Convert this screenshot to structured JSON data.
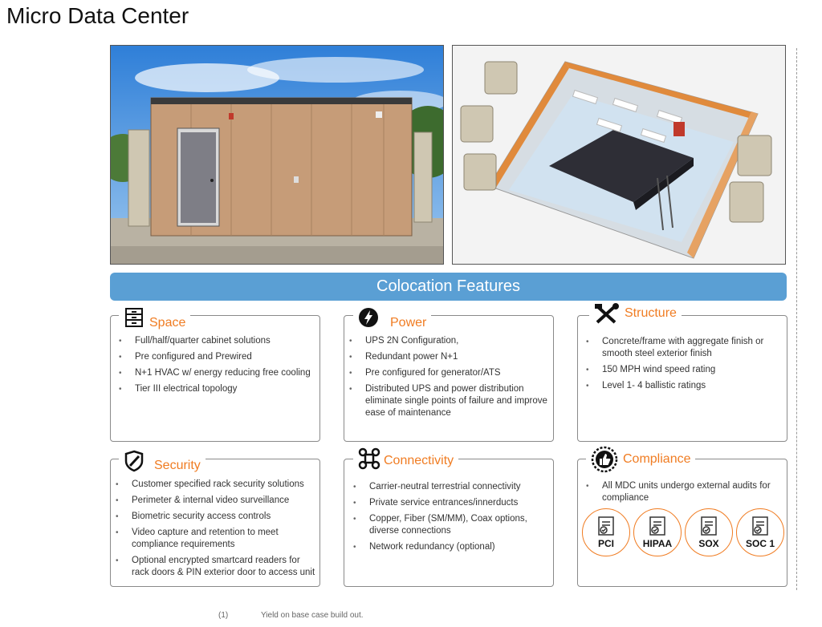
{
  "page_title": "Micro Data Center",
  "banner": "Colocation Features",
  "sections": {
    "space": {
      "title": "Space",
      "items": [
        "Full/half/quarter cabinet solutions",
        "Pre configured and Prewired",
        "N+1 HVAC w/ energy reducing free cooling",
        "Tier III electrical topology"
      ]
    },
    "power": {
      "title": "Power",
      "items": [
        "UPS 2N Configuration,",
        "Redundant power  N+1",
        "Pre configured for generator/ATS",
        "Distributed UPS and power distribution eliminate single points of failure and improve ease of maintenance"
      ]
    },
    "structure": {
      "title": "Structure",
      "items": [
        "Concrete/frame with aggregate finish or smooth steel exterior finish",
        "150 MPH wind speed rating",
        "Level 1- 4 ballistic ratings"
      ]
    },
    "security": {
      "title": "Security",
      "items": [
        "Customer specified rack security solutions",
        "Perimeter & internal video surveillance",
        "Biometric security access controls",
        "Video capture and retention to meet compliance requirements",
        "Optional encrypted smartcard readers for rack doors & PIN exterior door to access unit"
      ]
    },
    "connectivity": {
      "title": "Connectivity",
      "items": [
        "Carrier-neutral terrestrial connectivity",
        "Private service entrances/innerducts",
        "Copper, Fiber (SM/MM), Coax options, diverse connections",
        "Network redundancy (optional)"
      ]
    },
    "compliance": {
      "title": "Compliance",
      "items": [
        "All MDC units undergo external audits for compliance"
      ],
      "badges": [
        "PCI",
        "HIPAA",
        "SOX",
        "SOC 1"
      ]
    }
  },
  "footnote": {
    "marker": "(1)",
    "text": "Yield on base case build out."
  },
  "colors": {
    "banner": "#5a9fd4",
    "accent": "#f07c22",
    "box_border": "#8a8a8a"
  }
}
